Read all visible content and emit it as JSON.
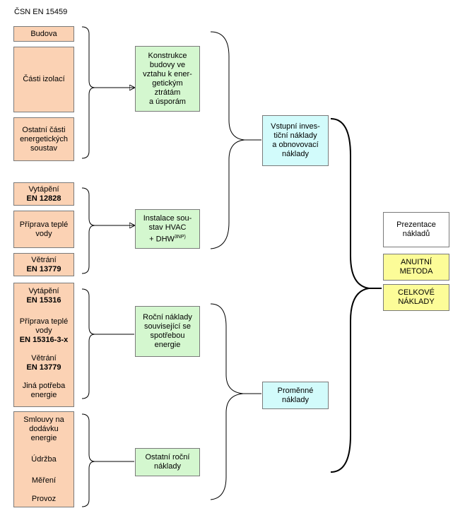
{
  "title": "ČSN EN 15459",
  "inputs": {
    "budova": "Budova",
    "casti_izolaci": "Části izolací",
    "ostatni_casti": [
      "Ostatní části",
      "energetických",
      "soustav"
    ],
    "vytapeni_1": "Vytápění",
    "en12828": "EN 12828",
    "priprava_1": [
      "Příprava teplé",
      "vody"
    ],
    "vetrani_1": "Větrání",
    "en13779_1": "EN 13779",
    "vytapeni_2": "Vytápění",
    "en15316": "EN 15316",
    "priprava_2": [
      "Příprava teplé",
      "vody"
    ],
    "en15316_3": "EN 15316-3-x",
    "vetrani_2": "Větrání",
    "en13779_2": "EN 13779",
    "jina_potreba": [
      "Jiná potřeba",
      "energie"
    ],
    "smlouvy": [
      "Smlouvy na",
      "dodávku",
      "energie"
    ],
    "udrzba": "Údržba",
    "mereni": "Měření",
    "provoz": "Provoz"
  },
  "groups": {
    "konstrukce": [
      "Konstrukce",
      "budovy ve",
      "vztahu k ener-",
      "getickým",
      "ztrátám",
      "a úsporám"
    ],
    "instalace": [
      "Instalace sou-",
      "stav HVAC"
    ],
    "instalace_dhw": "+ DHW",
    "instalace_sup": "3NP)",
    "rocni": [
      "Roční náklady",
      "související se",
      "spotřebou",
      "energie"
    ],
    "ostatni_rocni": [
      "Ostatní roční",
      "náklady"
    ]
  },
  "costs": {
    "vstupni": [
      "Vstupní inves-",
      "tiční náklady",
      "a obnovovací",
      "náklady"
    ],
    "promenne": [
      "Proměnné",
      "náklady"
    ]
  },
  "outputs": {
    "prezentace": [
      "Prezentace",
      "nákladů"
    ],
    "anuitni": [
      "ANUITNÍ",
      "METODA"
    ],
    "celkove": [
      "CELKOVÉ",
      "NÁKLADY"
    ]
  },
  "colors": {
    "input_fill": "#fbd2b4",
    "group_fill": "#d4f7cf",
    "cost_fill": "#d2fbfb",
    "method_fill": "#fcfc98",
    "border": "#7a7a7a"
  }
}
